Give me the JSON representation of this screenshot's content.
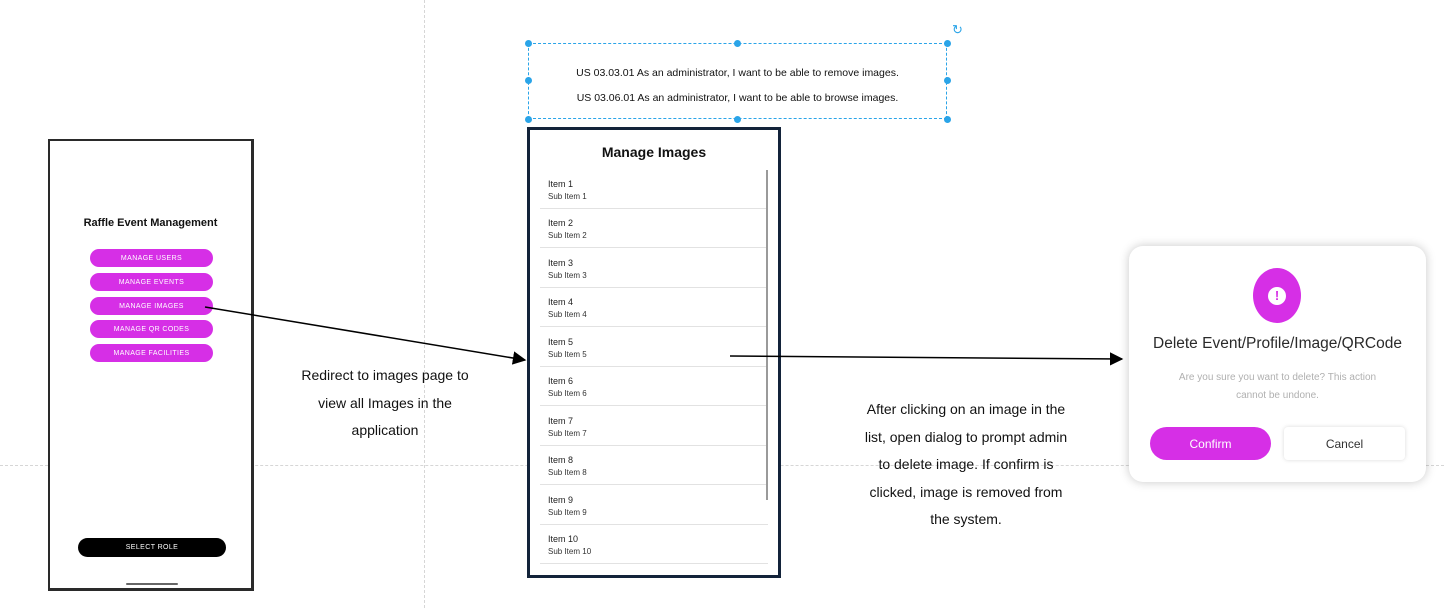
{
  "phone1": {
    "title": "Raffle Event Management",
    "buttons": [
      "MANAGE USERS",
      "MANAGE EVENTS",
      "MANAGE IMAGES",
      "MANAGE QR CODES",
      "MANAGE FACILITIES"
    ],
    "select_role": "SELECT ROLE"
  },
  "user_stories": [
    "US 03.03.01 As an administrator, I want to be able to remove images.",
    "US 03.06.01 As an administrator, I want to be able to browse images."
  ],
  "phone2": {
    "title": "Manage Images",
    "items": [
      {
        "label": "Item 1",
        "sub": "Sub Item 1"
      },
      {
        "label": "Item 2",
        "sub": "Sub Item 2"
      },
      {
        "label": "Item 3",
        "sub": "Sub Item 3"
      },
      {
        "label": "Item 4",
        "sub": "Sub Item 4"
      },
      {
        "label": "Item 5",
        "sub": "Sub Item 5"
      },
      {
        "label": "Item 6",
        "sub": "Sub Item 6"
      },
      {
        "label": "Item 7",
        "sub": "Sub Item 7"
      },
      {
        "label": "Item 8",
        "sub": "Sub Item 8"
      },
      {
        "label": "Item 9",
        "sub": "Sub Item 9"
      },
      {
        "label": "Item 10",
        "sub": "Sub Item 10"
      }
    ]
  },
  "captions": {
    "redirect": [
      "Redirect to images page to",
      "view all Images in the",
      "application"
    ],
    "dialog_flow": [
      "After clicking on an image in the",
      "list, open dialog to prompt admin",
      "to delete image. If confirm is",
      "clicked, image is removed from",
      "the system."
    ]
  },
  "dialog": {
    "icon": "alert-icon",
    "title": "Delete Event/Profile/Image/QRCode",
    "body": [
      "Are you sure you want to delete? This action",
      "cannot be undone."
    ],
    "confirm": "Confirm",
    "cancel": "Cancel"
  },
  "colors": {
    "accent": "#d62fe6",
    "selection": "#2aa4e8",
    "phone_frame": "#13233a"
  }
}
